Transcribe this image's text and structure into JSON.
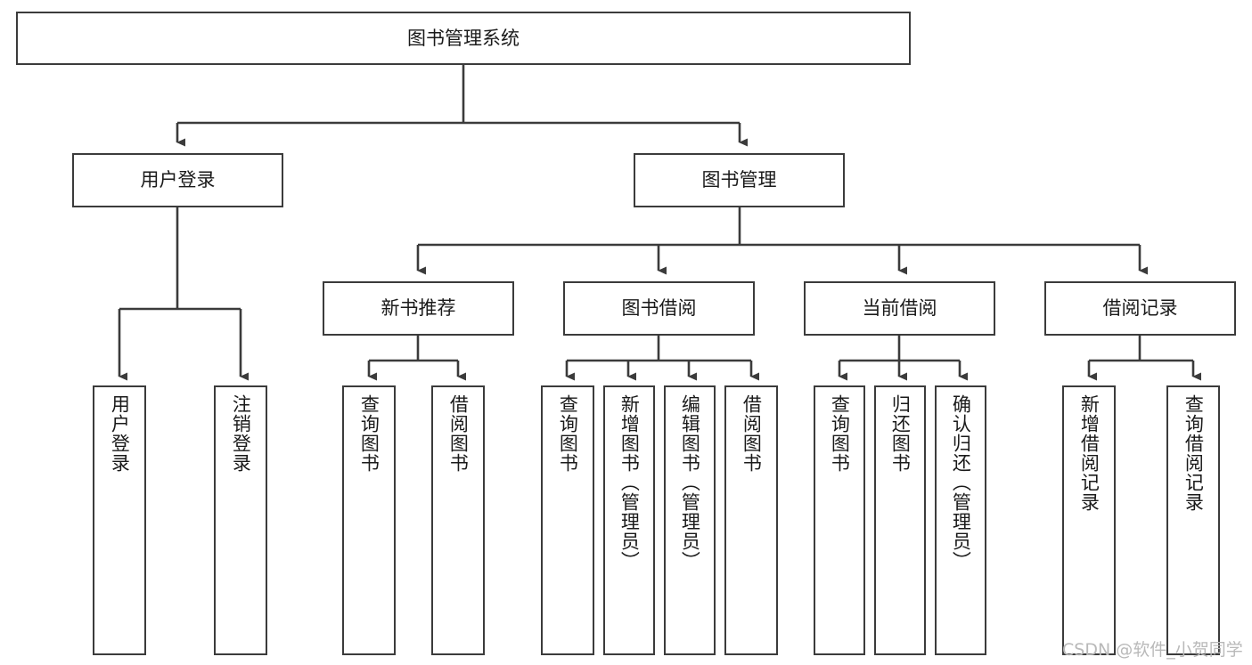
{
  "diagram": {
    "title": "图书管理系统",
    "type": "tree-hierarchy",
    "line_color": "#3b3b3b",
    "text_color": "#1a1a1a",
    "background": "#ffffff",
    "nodes": {
      "root": {
        "label": "图书管理系统"
      },
      "user_login": {
        "label": "用户登录"
      },
      "book_manage": {
        "label": "图书管理"
      },
      "new_book_rec": {
        "label": "新书推荐"
      },
      "book_borrow": {
        "label": "图书借阅"
      },
      "current_borrow": {
        "label": "当前借阅"
      },
      "borrow_record": {
        "label": "借阅记录"
      },
      "leaf_user_login": {
        "label": "用户登录"
      },
      "leaf_logout": {
        "label": "注销登录"
      },
      "leaf_query_book_1": {
        "label": "查询图书"
      },
      "leaf_borrow_book_1": {
        "label": "借阅图书"
      },
      "leaf_query_book_2": {
        "label": "查询图书"
      },
      "leaf_add_book": {
        "label": "新增图书（管理员）"
      },
      "leaf_edit_book": {
        "label": "编辑图书（管理员）"
      },
      "leaf_borrow_book_2": {
        "label": "借阅图书"
      },
      "leaf_query_book_3": {
        "label": "查询图书"
      },
      "leaf_return_book": {
        "label": "归还图书"
      },
      "leaf_confirm_return": {
        "label": "确认归还（管理员）"
      },
      "leaf_add_record": {
        "label": "新增借阅记录"
      },
      "leaf_query_record": {
        "label": "查询借阅记录"
      }
    },
    "edges": [
      {
        "from": "root",
        "to": "user_login"
      },
      {
        "from": "root",
        "to": "book_manage"
      },
      {
        "from": "user_login",
        "to": "leaf_user_login"
      },
      {
        "from": "user_login",
        "to": "leaf_logout"
      },
      {
        "from": "book_manage",
        "to": "new_book_rec"
      },
      {
        "from": "book_manage",
        "to": "book_borrow"
      },
      {
        "from": "book_manage",
        "to": "current_borrow"
      },
      {
        "from": "book_manage",
        "to": "borrow_record"
      },
      {
        "from": "new_book_rec",
        "to": "leaf_query_book_1"
      },
      {
        "from": "new_book_rec",
        "to": "leaf_borrow_book_1"
      },
      {
        "from": "book_borrow",
        "to": "leaf_query_book_2"
      },
      {
        "from": "book_borrow",
        "to": "leaf_add_book"
      },
      {
        "from": "book_borrow",
        "to": "leaf_edit_book"
      },
      {
        "from": "book_borrow",
        "to": "leaf_borrow_book_2"
      },
      {
        "from": "current_borrow",
        "to": "leaf_query_book_3"
      },
      {
        "from": "current_borrow",
        "to": "leaf_return_book"
      },
      {
        "from": "current_borrow",
        "to": "leaf_confirm_return"
      },
      {
        "from": "borrow_record",
        "to": "leaf_add_record"
      },
      {
        "from": "borrow_record",
        "to": "leaf_query_record"
      }
    ]
  },
  "watermark": {
    "text": "CSDN @软件_小贺同学"
  }
}
